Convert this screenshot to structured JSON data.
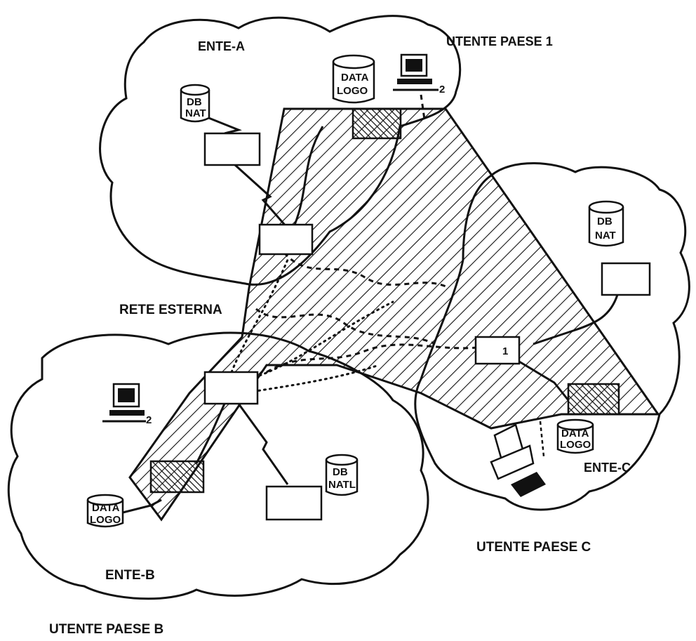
{
  "labels": {
    "ente_a": "ENTE-A",
    "utente_a": "UTENTE PAESE 1",
    "rete_esterna": "RETE ESTERNA",
    "ente_b": "ENTE-B",
    "utente_b": "UTENTE PAESE B",
    "ente_c": "ENTE-C",
    "utente_c": "UTENTE PAESE C"
  },
  "databases": {
    "a_datalogo": [
      "DATA",
      "LOGO"
    ],
    "a_dbnat": [
      "DB",
      "NAT"
    ],
    "c_dbnat": [
      "DB",
      "NAT"
    ],
    "c_datalogo": [
      "DATA",
      "LOGO"
    ],
    "b_dbnat": [
      "DB",
      "NATL"
    ],
    "b_datalogo": [
      "DATA",
      "LOGO"
    ]
  },
  "terminal_marks": {
    "a": "2",
    "b": "2"
  },
  "node_mark": "1"
}
